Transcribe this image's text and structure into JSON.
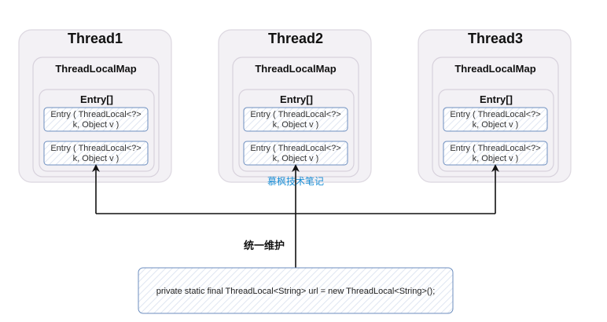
{
  "threads": [
    {
      "title": "Thread1",
      "map_title": "ThreadLocalMap",
      "entry_title": "Entry[]",
      "entries": [
        {
          "line1": "Entry ( ThreadLocal<?>",
          "line2": "k, Object v )"
        },
        {
          "line1": "Entry ( ThreadLocal<?>",
          "line2": "k, Object v )"
        }
      ]
    },
    {
      "title": "Thread2",
      "map_title": "ThreadLocalMap",
      "entry_title": "Entry[]",
      "entries": [
        {
          "line1": "Entry ( ThreadLocal<?>",
          "line2": "k, Object v )"
        },
        {
          "line1": "Entry ( ThreadLocal<?>",
          "line2": "k, Object v )"
        }
      ]
    },
    {
      "title": "Thread3",
      "map_title": "ThreadLocalMap",
      "entry_title": "Entry[]",
      "entries": [
        {
          "line1": "Entry ( ThreadLocal<?>",
          "line2": "k, Object v )"
        },
        {
          "line1": "Entry ( ThreadLocal<?>",
          "line2": "k, Object v )"
        }
      ]
    }
  ],
  "connector_label": "统一维护",
  "watermark": "慕枫技术笔记",
  "code_box": {
    "text": "private static final ThreadLocal<String> url = new ThreadLocal<String>();"
  },
  "colors": {
    "thread_fill": "#f3f1f5",
    "thread_stroke": "#dcd7e0",
    "entry_stroke": "#6c8ebf",
    "code_stroke": "#6c8ebf",
    "line": "#111111",
    "watermark": "#1a8fd6"
  }
}
